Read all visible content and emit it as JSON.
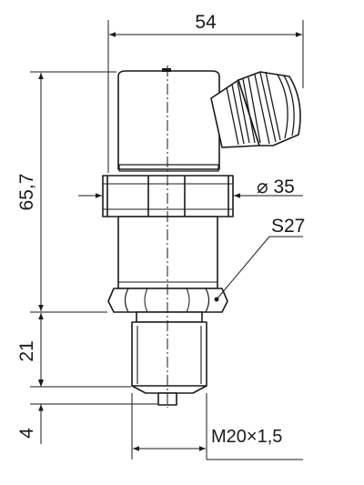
{
  "dimensions": {
    "width_label": "54",
    "height_label": "65,7",
    "thread_len_label": "21",
    "tip_len_label": "4",
    "diameter_label": "⌀ 35",
    "hex_label": "S27",
    "thread_label": "M20×1,5"
  },
  "colors": {
    "line": "#1a1a1a",
    "body_fill": "#ffffff",
    "background": "#ffffff"
  }
}
